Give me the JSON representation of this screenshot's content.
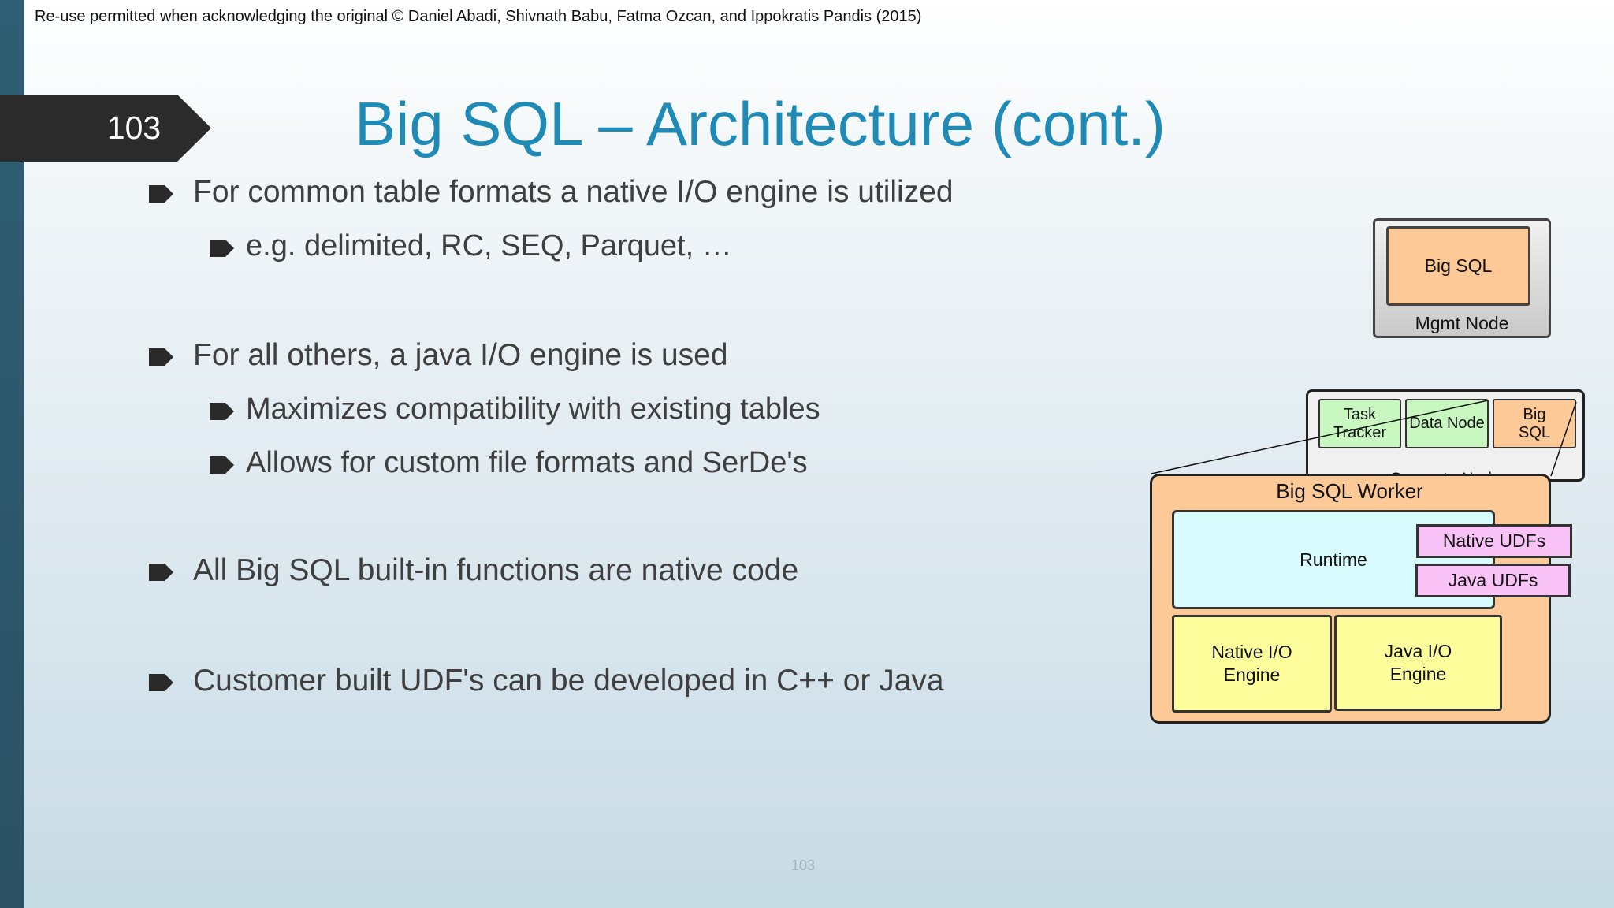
{
  "copyright": "Re-use permitted when acknowledging the original © Daniel Abadi, Shivnath Babu, Fatma Ozcan, and Ippokratis Pandis (2015)",
  "slide_number": "103",
  "title": "Big SQL  – Architecture (cont.)",
  "bullets": [
    {
      "text": "For common table formats a native I/O engine is utilized"
    },
    {
      "text": "e.g. delimited, RC, SEQ, Parquet, …"
    },
    {
      "text": "For all others, a java I/O engine is used"
    },
    {
      "text": "Maximizes compatibility with existing tables"
    },
    {
      "text": "Allows for custom file formats and SerDe's"
    },
    {
      "text": "All Big SQL built-in functions are native code"
    },
    {
      "text": "Customer built UDF's can be developed in C++ or Java"
    }
  ],
  "footer_page_number": "103",
  "diagram": {
    "mgmt_node": {
      "inner": "Big SQL",
      "label": "Mgmt Node"
    },
    "compute_node": {
      "label": "Compute Node",
      "task_tracker_line1": "Task",
      "task_tracker_line2": "Tracker",
      "data_node": "Data Node",
      "big_sql_line1": "Big",
      "big_sql_line2": "SQL"
    },
    "worker": {
      "label": "Big SQL Worker",
      "runtime": "Runtime",
      "native_udfs": "Native UDFs",
      "java_udfs": "Java UDFs",
      "native_io_line1": "Native I/O",
      "native_io_line2": "Engine",
      "java_io_line1": "Java I/O",
      "java_io_line2": "Engine"
    }
  },
  "colors": {
    "title": "#1e8ab5",
    "left_bar": "#2f5f74",
    "slide_tab": "#2b2b2b",
    "bullet_text": "#3f3f3f",
    "orange_box": "#fdc996",
    "green_box": "#c8f7c0",
    "cyan_box": "#d8fbfd",
    "pink_box": "#fac3f7",
    "yellow_box": "#fdfd9c"
  }
}
